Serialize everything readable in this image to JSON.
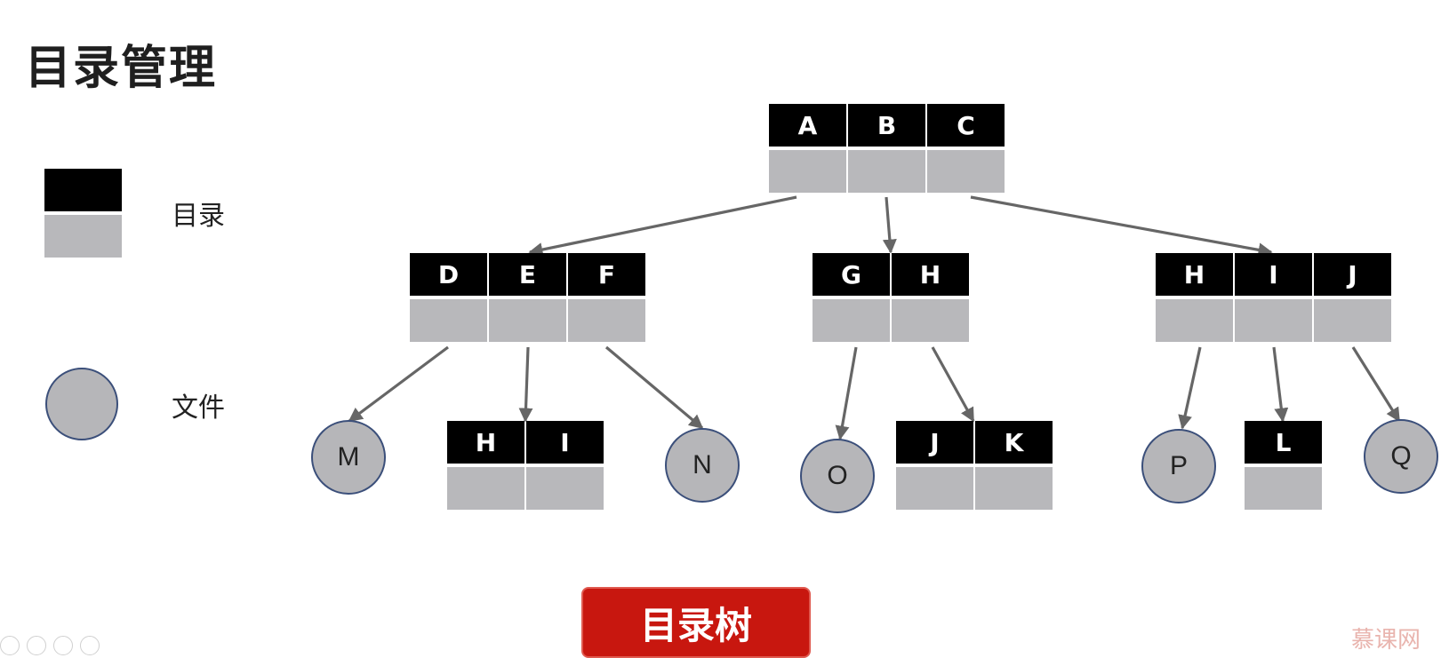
{
  "title": "目录管理",
  "legend": {
    "directory_label": "目录",
    "file_label": "文件"
  },
  "tree": {
    "root": [
      "A",
      "B",
      "C"
    ],
    "def": [
      "D",
      "E",
      "F"
    ],
    "gh": [
      "G",
      "H"
    ],
    "hij": [
      "H",
      "I",
      "J"
    ],
    "hi": [
      "H",
      "I"
    ],
    "jk": [
      "J",
      "K"
    ],
    "l": [
      "L"
    ],
    "files": {
      "m": "M",
      "n": "N",
      "o": "O",
      "p": "P",
      "q": "Q"
    }
  },
  "caption": "目录树",
  "watermark": "慕课网",
  "colors": {
    "directory_header": "#000000",
    "directory_slot": "#b8b8bb",
    "file_fill": "#b6b6b9",
    "file_border": "#3b4f7a",
    "caption_bg": "#c8170f",
    "arrow": "#666666"
  }
}
